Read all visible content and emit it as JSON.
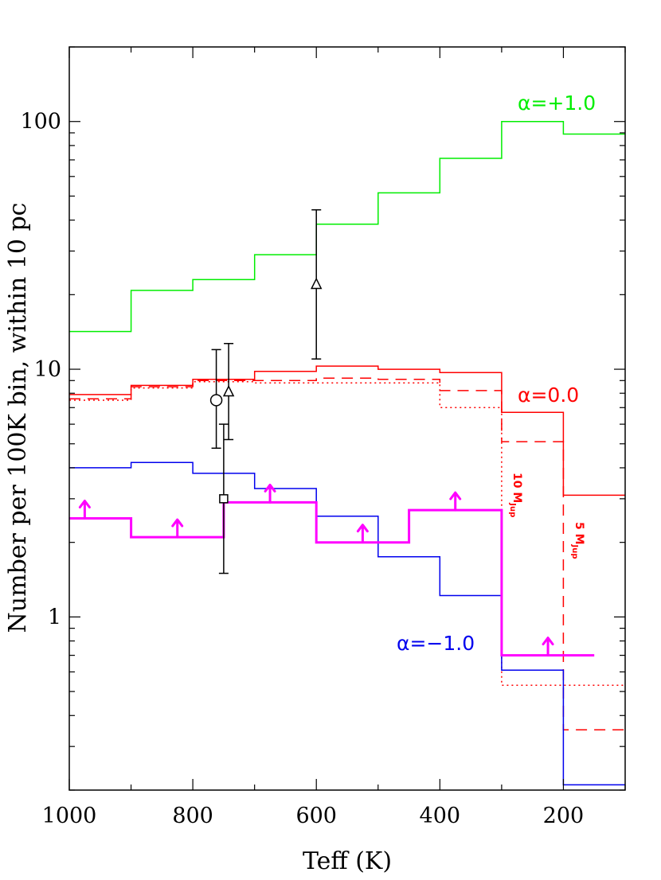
{
  "chart_data": {
    "type": "line",
    "step": true,
    "xlabel": "Teff (K)",
    "ylabel": "Number per 100K bin, within 10 pc",
    "xlim": [
      1000,
      100
    ],
    "ylim": [
      0.2,
      200
    ],
    "yscale": "log",
    "x_ticks": [
      {
        "value": 1000,
        "label": "1000"
      },
      {
        "value": 800,
        "label": "800"
      },
      {
        "value": 600,
        "label": "600"
      },
      {
        "value": 400,
        "label": "400"
      },
      {
        "value": 200,
        "label": "200"
      }
    ],
    "y_ticks": [
      {
        "value": 1,
        "label": "1"
      },
      {
        "value": 10,
        "label": "10"
      },
      {
        "value": 100,
        "label": "100"
      }
    ],
    "bin_edges": [
      1000,
      900,
      800,
      700,
      600,
      500,
      400,
      300,
      200,
      100
    ],
    "series": [
      {
        "label": "α=+1.0",
        "color": "#00ee00",
        "style": "solid",
        "width": 1.5,
        "values": [
          14.2,
          20.8,
          23,
          29,
          38.5,
          51.5,
          71,
          100,
          89
        ]
      },
      {
        "label": "α=0.0",
        "color": "#ff0000",
        "style": "solid",
        "width": 1.5,
        "values": [
          7.9,
          8.6,
          9.1,
          9.8,
          10.3,
          10.0,
          9.7,
          6.7,
          3.1
        ]
      },
      {
        "label": "",
        "color": "#ff0000",
        "style": "dashed",
        "width": 1.5,
        "values": [
          7.6,
          8.5,
          9.0,
          9.0,
          9.2,
          9.1,
          8.2,
          5.1,
          0.35
        ]
      },
      {
        "label": "",
        "color": "#ff0000",
        "style": "dotted",
        "width": 1.5,
        "values": [
          7.5,
          8.4,
          8.9,
          8.8,
          8.8,
          8.8,
          7.0,
          0.53,
          0.53
        ]
      },
      {
        "label": "α=−1.0",
        "color": "#0000ee",
        "style": "solid",
        "width": 1.5,
        "values": [
          4.0,
          4.2,
          3.8,
          3.3,
          2.55,
          1.75,
          1.22,
          0.61,
          0.21
        ]
      }
    ],
    "lower_limits": {
      "color": "#ff00ff",
      "edges": [
        1000,
        900,
        750,
        600,
        450,
        300,
        150
      ],
      "values": [
        2.5,
        2.1,
        2.9,
        2.0,
        2.7,
        0.7
      ],
      "arrow_x": [
        975,
        825,
        675,
        525,
        375,
        225
      ]
    },
    "points": [
      {
        "marker": "circle",
        "x": 762,
        "y": 7.5,
        "lo": 4.8,
        "hi": 12
      },
      {
        "marker": "triangle",
        "x": 742,
        "y": 8.1,
        "lo": 5.2,
        "hi": 12.7
      },
      {
        "marker": "square",
        "x": 750,
        "y": 3.0,
        "lo": 1.5,
        "hi": 6
      },
      {
        "marker": "triangle",
        "x": 600,
        "y": 22,
        "lo": 11,
        "hi": 44
      }
    ],
    "annotations": {
      "alpha_plus": "α=+1.0",
      "alpha_zero": "α=0.0",
      "alpha_minus": "α=−1.0",
      "mass_10": "10 M",
      "mass_5": "5 M",
      "mass_sub": "Jup"
    }
  }
}
